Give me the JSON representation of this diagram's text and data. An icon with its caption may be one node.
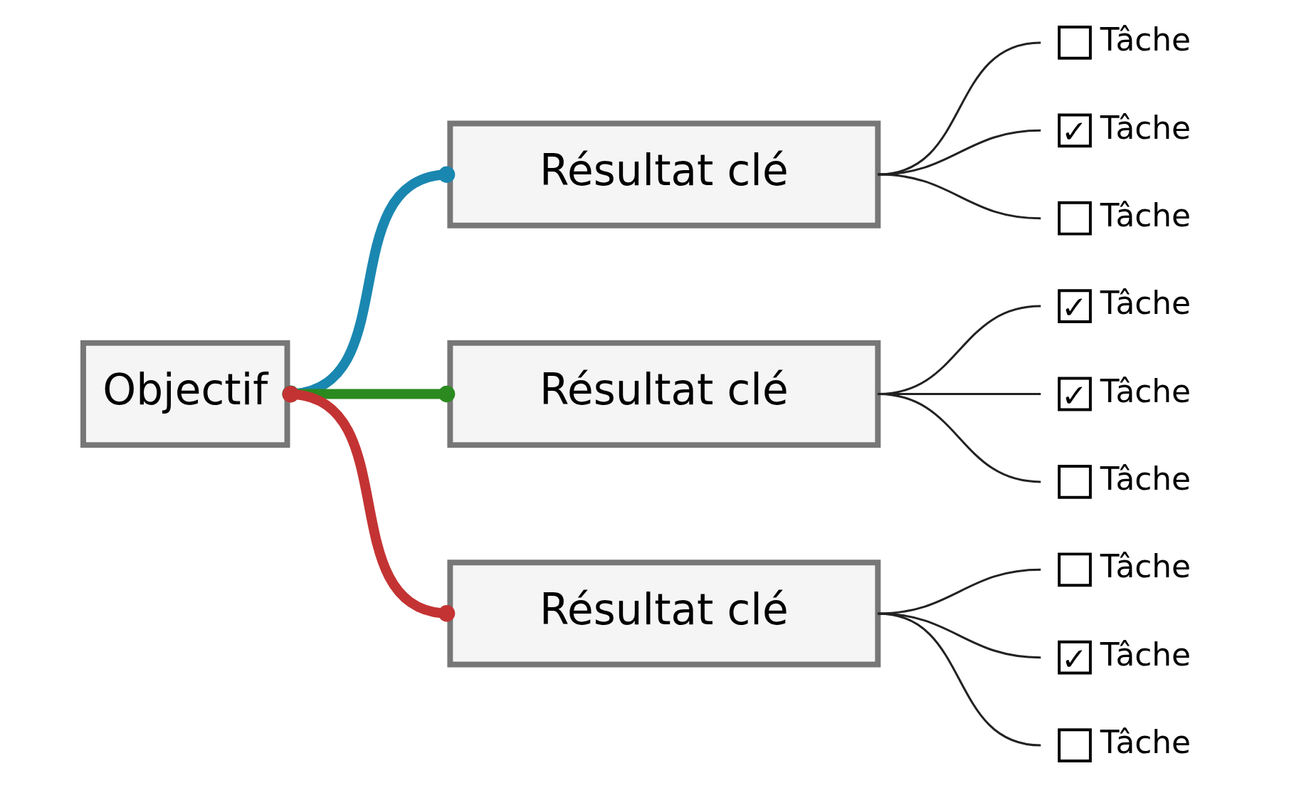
{
  "diagram": {
    "nodes": [
      {
        "text": [
          "Objectif"
        ]
      },
      {
        "text": [
          "Résultat clé"
        ]
      },
      {
        "text": [
          "Résultat clé"
        ]
      },
      {
        "text": [
          "Résultat clé"
        ]
      },
      {
        "text": [],
        "shape": "box",
        "beside": [
          "Tâche"
        ]
      },
      {
        "text": [
          "✓"
        ],
        "beside": [
          "Tâche"
        ]
      },
      {
        "text": [],
        "shape": "box",
        "beside": [
          "Tâche"
        ]
      },
      {
        "text": [
          "✓"
        ],
        "beside": [
          "Tâche"
        ]
      },
      {
        "text": [
          "✓"
        ],
        "beside": [
          "Tâche"
        ]
      },
      {
        "text": [],
        "shape": "box",
        "beside": [
          "Tâche"
        ]
      },
      {
        "text": [],
        "shape": "box",
        "beside": [
          "Tâche"
        ]
      },
      {
        "text": [
          "✓"
        ],
        "beside": [
          "Tâche"
        ]
      },
      {
        "text": [],
        "shape": "box",
        "beside": [
          "Tâche"
        ]
      }
    ],
    "edges": [
      {
        "from": 0,
        "to": 1,
        "arrow": "other",
        "style": "thick",
        "color": "#1a87b0"
      },
      {
        "from": 0,
        "to": 2,
        "arrow": "other",
        "style": "thick",
        "color": "#2a8a1f"
      },
      {
        "from": 0,
        "to": 3,
        "arrow": "other",
        "style": "thick",
        "color": "#c43333"
      },
      {
        "from": 1,
        "to": 4,
        "arrow": "none"
      },
      {
        "from": 1,
        "to": 5,
        "arrow": "none"
      },
      {
        "from": 1,
        "to": 6,
        "arrow": "none"
      },
      {
        "from": 2,
        "to": 7,
        "arrow": "none"
      },
      {
        "from": 2,
        "to": 8,
        "arrow": "none"
      },
      {
        "from": 2,
        "to": 9,
        "arrow": "none"
      },
      {
        "from": 3,
        "to": 10,
        "arrow": "none"
      },
      {
        "from": 3,
        "to": 11,
        "arrow": "none"
      },
      {
        "from": 3,
        "to": 12,
        "arrow": "none"
      }
    ]
  }
}
